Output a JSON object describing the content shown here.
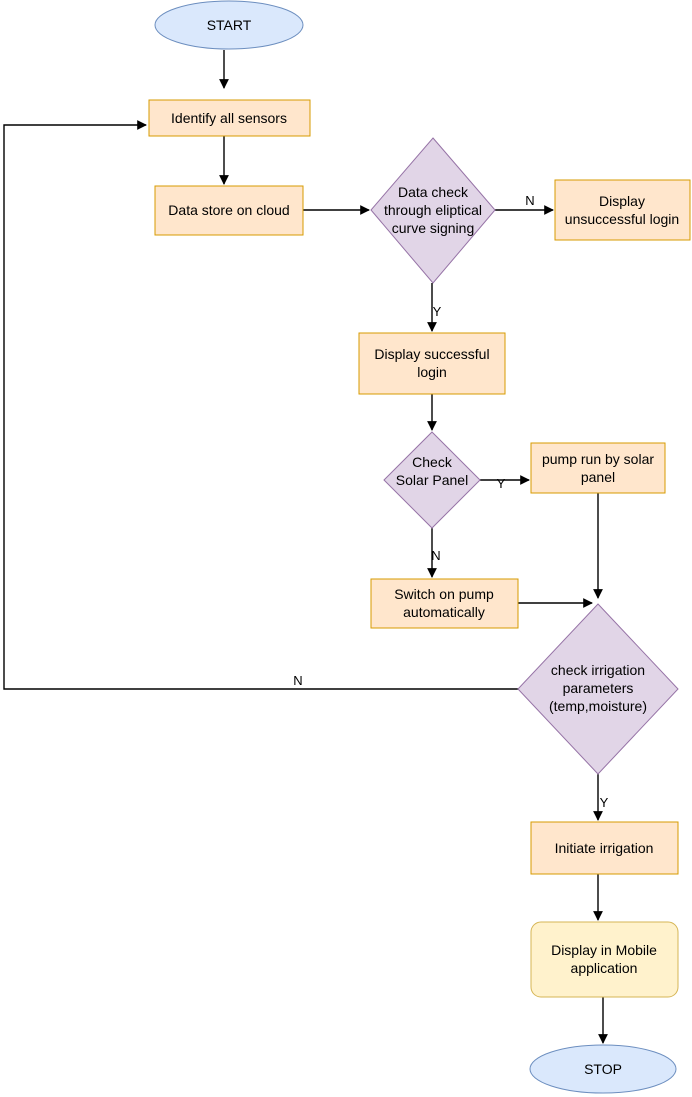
{
  "nodes": {
    "start": {
      "lines": [
        "START"
      ]
    },
    "identify_sensors": {
      "lines": [
        "Identify all sensors"
      ]
    },
    "data_store": {
      "lines": [
        "Data store on cloud"
      ]
    },
    "data_check": {
      "lines": [
        "Data check",
        "through eliptical",
        "curve signing"
      ]
    },
    "unsuccessful_login": {
      "lines": [
        "Display",
        "unsuccessful login"
      ]
    },
    "successful_login": {
      "lines": [
        "Display successful",
        "login"
      ]
    },
    "check_solar": {
      "lines": [
        "Check",
        "Solar Panel"
      ]
    },
    "pump_solar": {
      "lines": [
        "pump run by solar",
        "panel"
      ]
    },
    "switch_pump": {
      "lines": [
        "Switch on pump",
        "automatically"
      ]
    },
    "check_irrigation": {
      "lines": [
        "check irrigation",
        "parameters",
        "(temp,moisture)"
      ]
    },
    "initiate_irrigation": {
      "lines": [
        "Initiate irrigation"
      ]
    },
    "display_mobile": {
      "lines": [
        "Display in Mobile",
        "application"
      ]
    },
    "stop": {
      "lines": [
        "STOP"
      ]
    }
  },
  "edge_labels": {
    "check_to_unsuccessful": "N",
    "check_to_successful": "Y",
    "solar_yes": "Y",
    "solar_no": "N",
    "irrigation_no": "N",
    "irrigation_yes": "Y"
  }
}
